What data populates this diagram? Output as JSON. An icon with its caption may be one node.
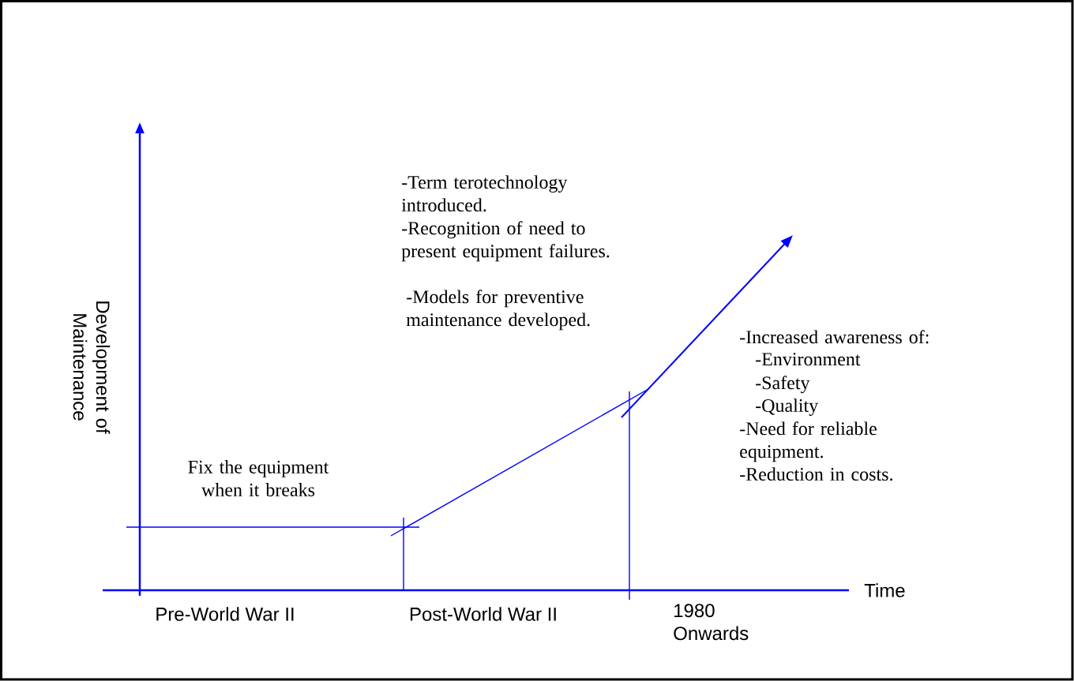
{
  "diagram": {
    "labels": [
      "Development of Maintenance",
      "Time",
      "Fix the equipment when it breaks",
      "-Term terotechnology introduced.",
      "-Recognition of need to present equipment failures.",
      "-Models for preventive maintenance developed.",
      "-Increased awareness of:",
      "-Environment",
      "-Safety",
      "-Quality",
      "-Need for reliable equipment.",
      "-Reduction in costs.",
      "Pre-World War II",
      "Post-World War II",
      "1980 Onwards"
    ]
  }
}
